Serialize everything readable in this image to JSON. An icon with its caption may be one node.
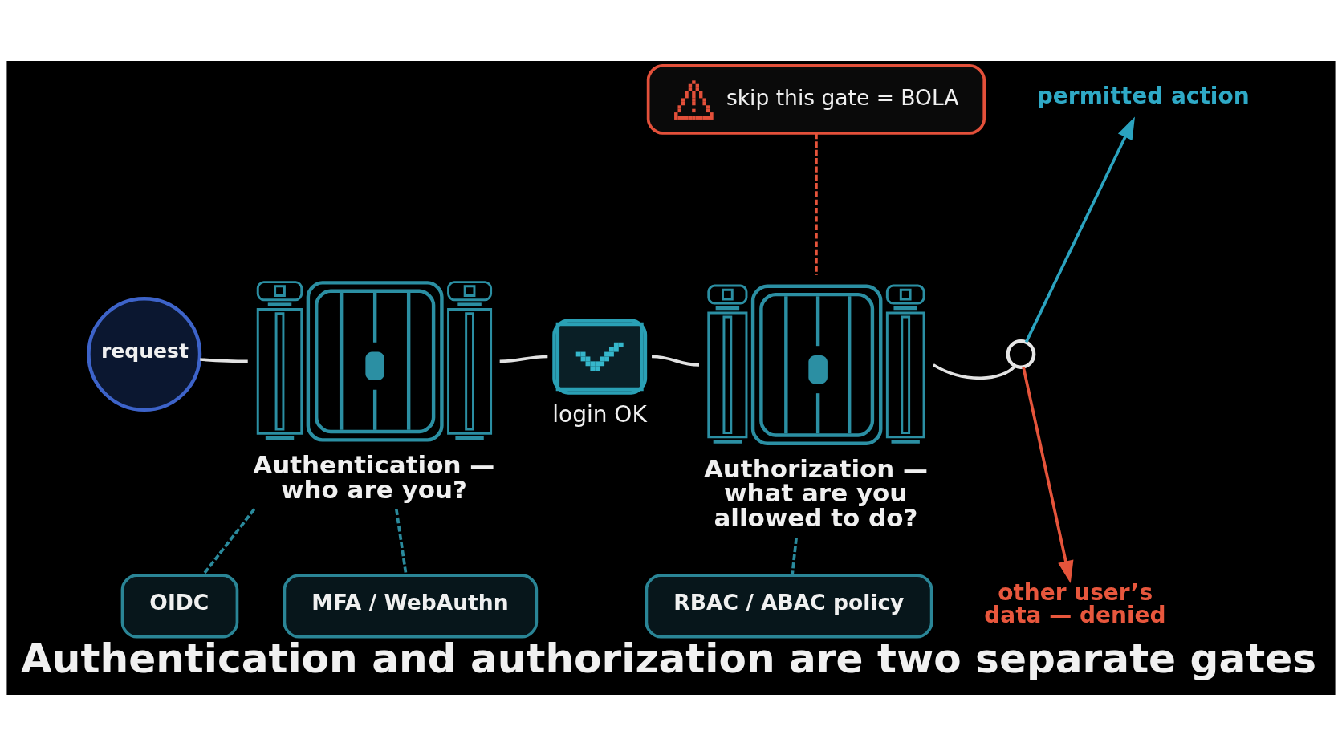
{
  "diagram": {
    "caption": "Authentication and authorization are two separate gates",
    "nodes": [
      {
        "text": [
          "request"
        ]
      },
      {
        "text": [
          "Authentication — who are you?"
        ]
      },
      {
        "text": [
          "login OK"
        ]
      },
      {
        "text": [
          "skip this gate = BOLA"
        ]
      },
      {
        "text": [
          "Authorization — what are you allowed to do?"
        ]
      },
      {
        "text": [],
        "shape": "circle"
      },
      {
        "text": [
          "permitted action"
        ]
      },
      {
        "text": [
          "other user’s data — denied"
        ]
      },
      {
        "text": [
          "OIDC"
        ]
      },
      {
        "text": [
          "MFA / WebAuthn"
        ]
      },
      {
        "text": [
          "RBAC / ABAC policy"
        ]
      }
    ],
    "edges": [
      {
        "from": 0,
        "to": 1,
        "arrow": "none"
      },
      {
        "from": 1,
        "to": 2,
        "arrow": "none"
      },
      {
        "from": 2,
        "to": 4,
        "arrow": "none"
      },
      {
        "from": 4,
        "to": 5,
        "arrow": "none"
      },
      {
        "from": 5,
        "to": 6,
        "arrow": "to",
        "color": "#2ba3bf"
      },
      {
        "from": 5,
        "to": 7,
        "arrow": "to",
        "color": "#e5543b"
      },
      {
        "from": 3,
        "to": 4,
        "arrow": "none",
        "style": "dashed",
        "color": "#e5543b"
      },
      {
        "from": 1,
        "to": 8,
        "arrow": "none",
        "style": "dashed",
        "color": "#2a8a9c"
      },
      {
        "from": 1,
        "to": 9,
        "arrow": "none",
        "style": "dashed",
        "color": "#2a8a9c"
      },
      {
        "from": 4,
        "to": 10,
        "arrow": "none",
        "style": "dashed",
        "color": "#2a8a9c"
      }
    ]
  }
}
